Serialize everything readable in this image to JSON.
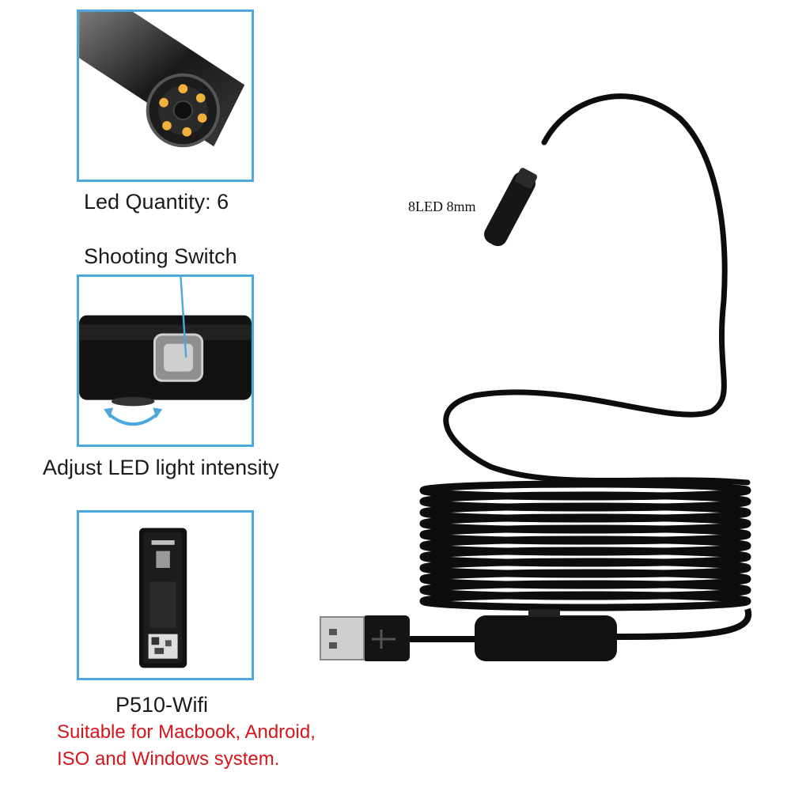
{
  "captions": {
    "led_quantity": "Led Quantity: 6",
    "shooting_switch": "Shooting Switch",
    "adjust_led": "Adjust LED light intensity",
    "model": "P510-Wifi",
    "compat_line1": "Suitable for Macbook, Android,",
    "compat_line2": "ISO and Windows system.",
    "camera_spec": "8LED 8mm"
  },
  "colors": {
    "panel_border": "#4aa8dc",
    "accent_red": "#d4161b",
    "cable": "#0d0d0d",
    "led_amber": "#f2b13a"
  },
  "icons": [
    "camera-head-icon",
    "shooting-switch-icon",
    "rotate-arrow-icon",
    "wifi-box-icon",
    "usb-plug-icon"
  ]
}
